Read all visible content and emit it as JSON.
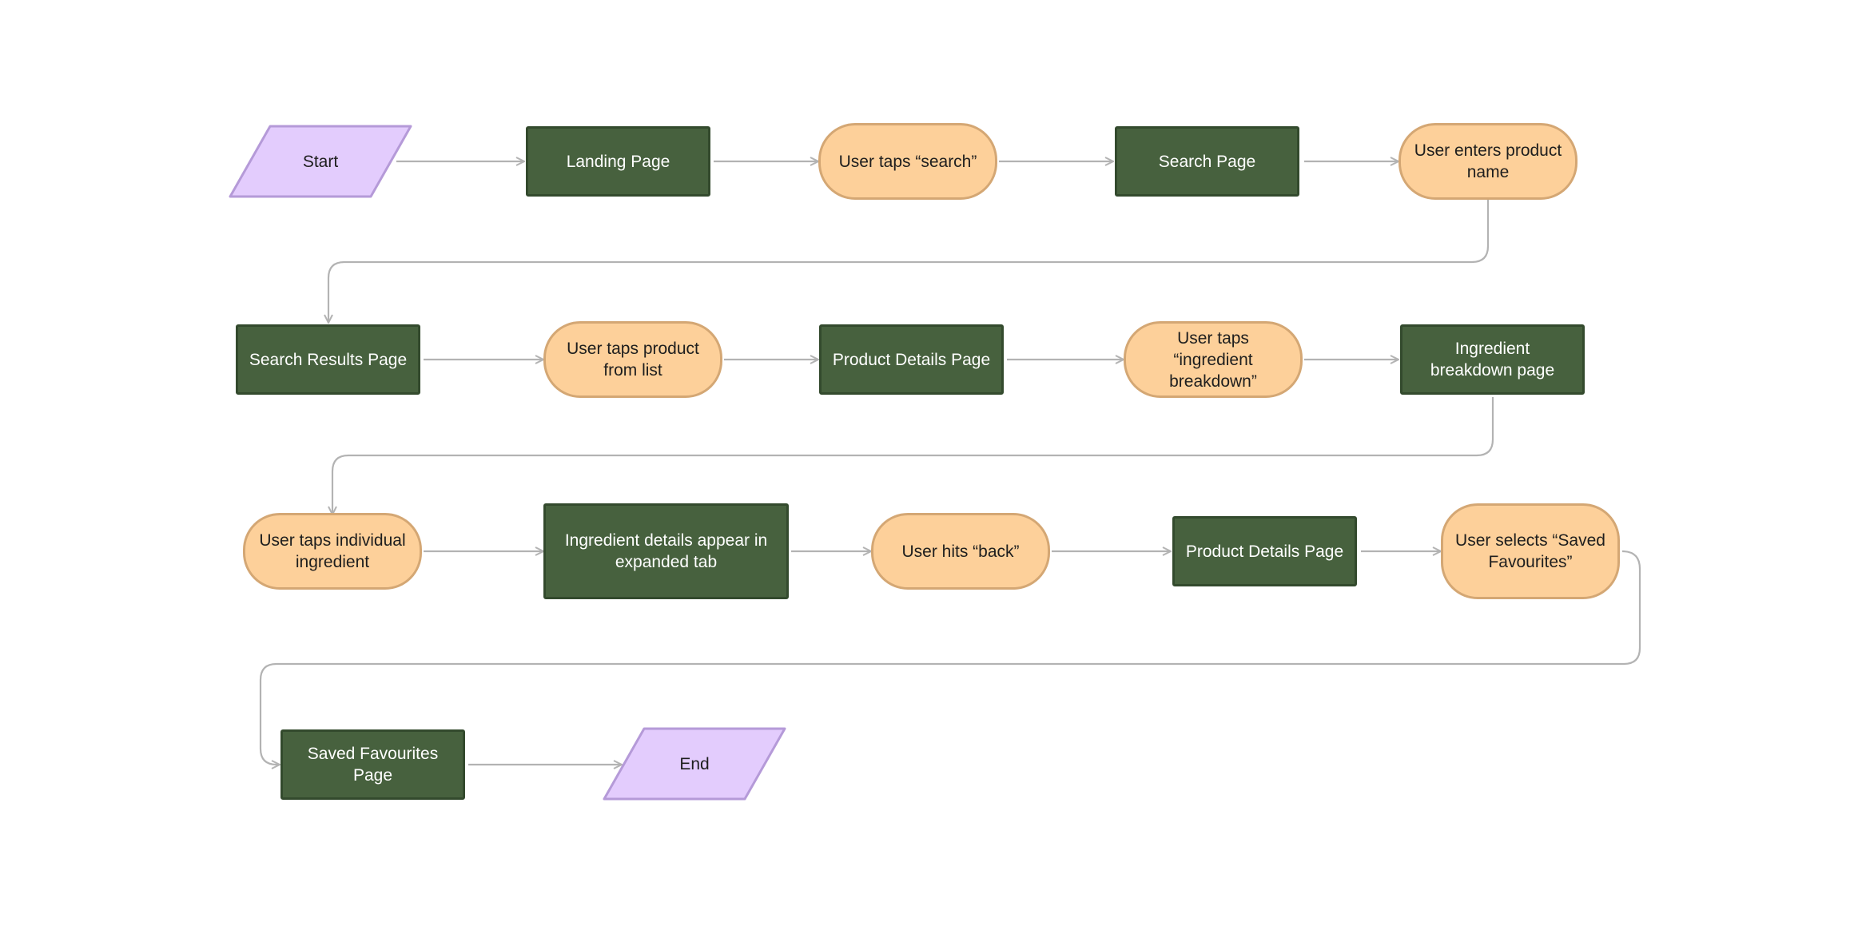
{
  "colors": {
    "page_fill": "#47613e",
    "page_border": "#334a2d",
    "action_fill": "#fdd09a",
    "action_border": "#d4a774",
    "terminal_fill": "#e3ccfd",
    "terminal_border": "#b59ad8",
    "connector": "#b3b3b3"
  },
  "nodes": {
    "start": "Start",
    "landing_page": "Landing Page",
    "taps_search": "User taps “search”",
    "search_page": "Search Page",
    "enters_product_name": "User enters product name",
    "search_results_page": "Search Results Page",
    "taps_product": "User taps product from list",
    "product_details_page_1": "Product Details Page",
    "taps_ingredient_breakdown": "User taps “ingredient breakdown”",
    "ingredient_breakdown_page": "Ingredient breakdown page",
    "taps_individual_ingredient": "User taps individual ingredient",
    "ingredient_details_expanded": "Ingredient details appear in expanded tab",
    "hits_back": "User hits “back”",
    "product_details_page_2": "Product Details Page",
    "selects_saved_favourites": "User selects “Saved Favourites”",
    "saved_favourites_page": "Saved Favourites Page",
    "end": "End"
  }
}
